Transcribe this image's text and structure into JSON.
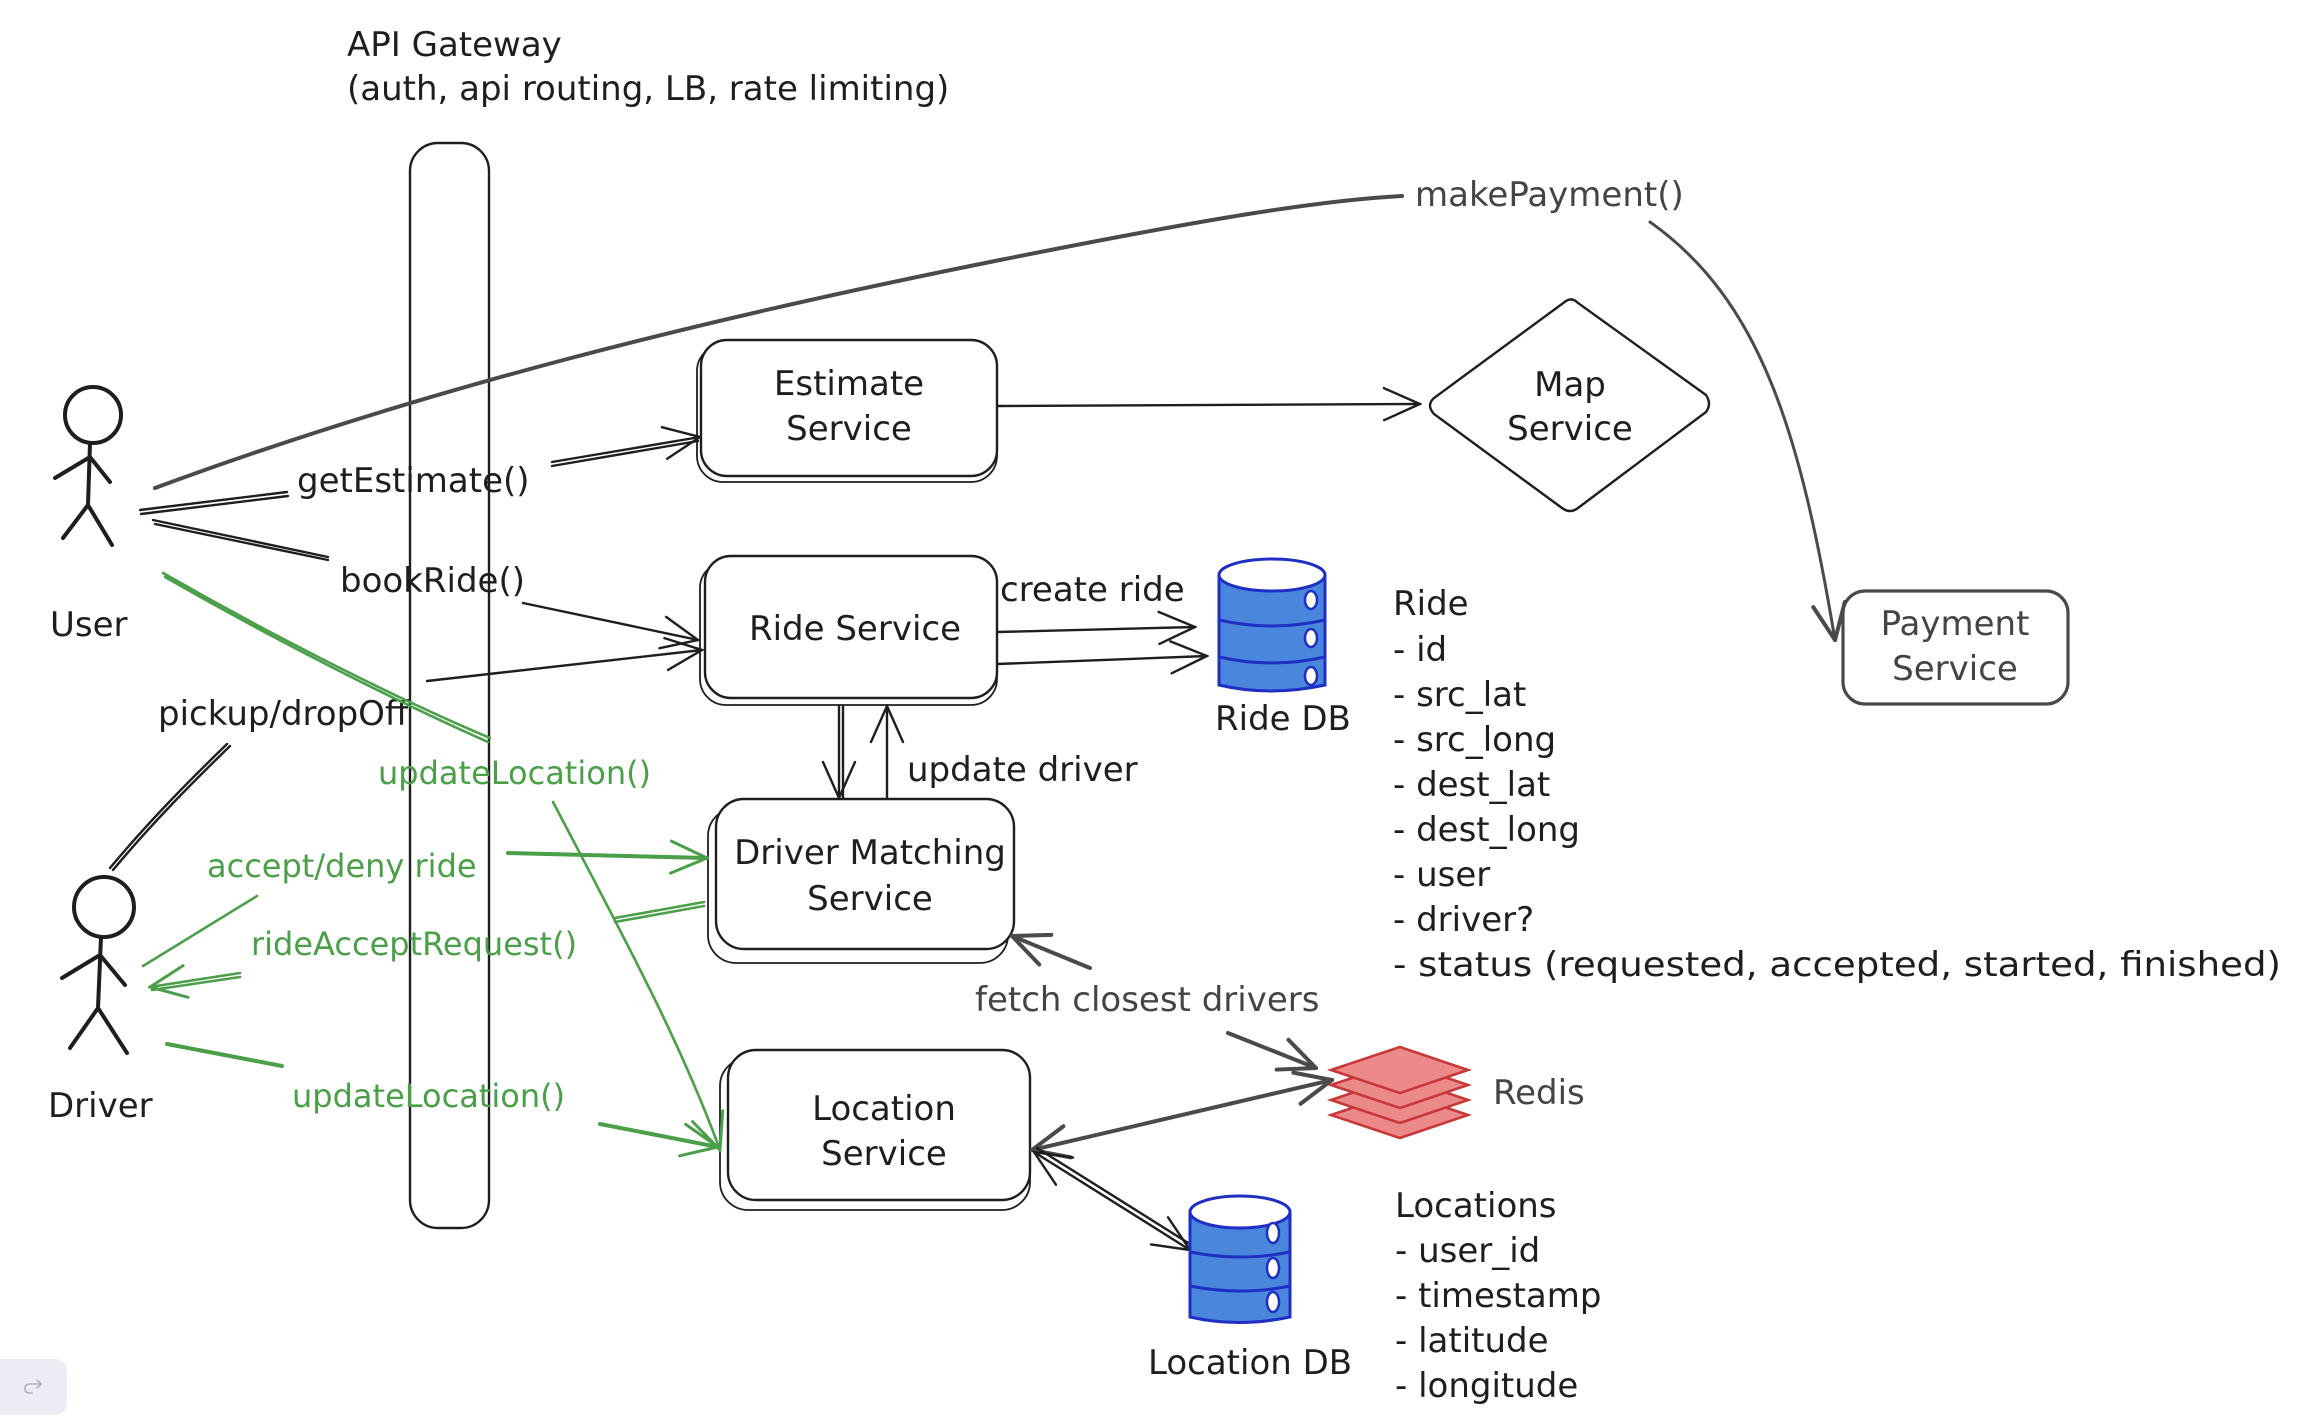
{
  "gateway": {
    "title": "API Gateway",
    "subtitle": "(auth, api routing, LB, rate limiting)"
  },
  "actors": {
    "user": "User",
    "driver": "Driver"
  },
  "services": {
    "estimate": [
      "Estimate",
      "Service"
    ],
    "map": [
      "Map",
      "Service"
    ],
    "ride": "Ride Service",
    "driver_matching": [
      "Driver Matching",
      "Service"
    ],
    "location": [
      "Location",
      "Service"
    ],
    "payment": [
      "Payment",
      "Service"
    ]
  },
  "stores": {
    "ride_db": "Ride DB",
    "location_db": "Location DB",
    "redis": "Redis"
  },
  "edges": {
    "get_estimate": "getEstimate()",
    "book_ride": "bookRide()",
    "make_payment": "makePayment()",
    "pickup_dropoff": "pickup/dropOff",
    "update_location_top": "updateLocation()",
    "accept_deny": "accept/deny ride",
    "ride_accept_request": "rideAcceptRequest()",
    "update_location_bottom": "updateLocation()",
    "create_ride": "create ride",
    "update_driver": "update driver",
    "fetch_closest": "fetch closest drivers"
  },
  "schemas": {
    "ride": {
      "title": "Ride",
      "fields": [
        "- id",
        "- src_lat",
        "- src_long",
        "- dest_lat",
        "- dest_long",
        "- user",
        "- driver?",
        "- status (requested, accepted, started, finished)"
      ]
    },
    "locations": {
      "title": "Locations",
      "fields": [
        "- user_id",
        "- timestamp",
        "- latitude",
        "- longitude"
      ]
    }
  },
  "toolbar": {
    "redo_icon": "redo-icon"
  },
  "colors": {
    "ink": "#1e1e1e",
    "gray": "#4a4a4a",
    "green": "#4a9f48",
    "db_fill": "#4a86dc",
    "db_stroke": "#1f2fc4",
    "redis_fill": "#ec8a8a",
    "redis_stroke": "#c93838"
  }
}
